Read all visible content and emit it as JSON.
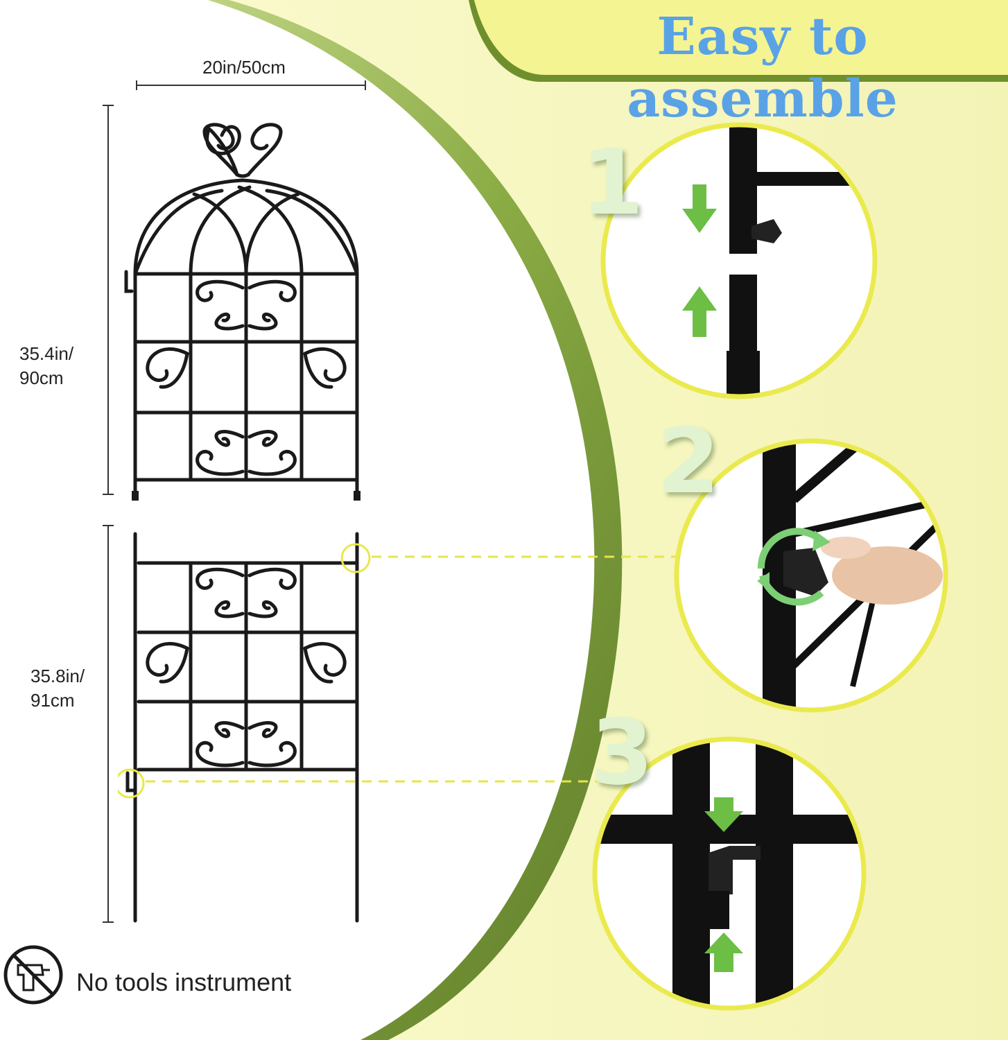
{
  "title": "Easy to assemble",
  "width_label": "20in/50cm",
  "top_panel_height": {
    "line1": "35.4in/",
    "line2": "90cm"
  },
  "bottom_panel_height": {
    "line1": "35.8in/",
    "line2": "91cm"
  },
  "steps": [
    {
      "number": "1"
    },
    {
      "number": "2"
    },
    {
      "number": "3"
    }
  ],
  "no_tools": {
    "label": "No tools instrument",
    "icon": "no-drill-icon"
  },
  "colors": {
    "title": "#5aa2e6",
    "banner": "#f5f59a",
    "band_light": "#f8f8c4",
    "band_green": "#7a9a3a",
    "frame": "#1a1a1a",
    "highlight": "#ecec50",
    "arrow": "#6cbe45"
  }
}
